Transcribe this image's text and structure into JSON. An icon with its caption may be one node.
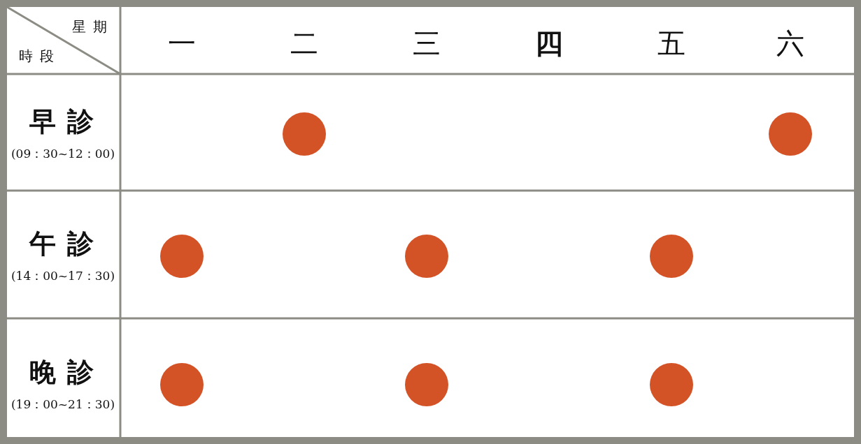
{
  "diagram": {
    "nodes": [
      {
        "text": [],
        "shape": "circle"
      },
      {
        "text": [],
        "shape": "circle"
      },
      {
        "text": [],
        "shape": "circle"
      },
      {
        "text": [],
        "shape": "circle"
      },
      {
        "text": [],
        "shape": "circle"
      },
      {
        "text": [],
        "shape": "circle"
      },
      {
        "text": [],
        "shape": "circle"
      },
      {
        "text": [],
        "shape": "circle"
      }
    ],
    "labels": [
      "星期",
      "時段",
      "一",
      "二",
      "三",
      "四",
      "五",
      "六",
      "早診",
      "(09：30~12：00)",
      "午診",
      "(14：00~17：30)",
      "晚診",
      "(19：00~21：30)"
    ]
  }
}
